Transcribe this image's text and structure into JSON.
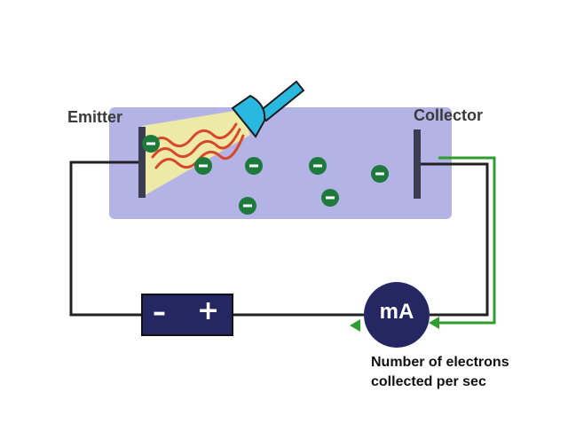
{
  "labels": {
    "emitter": "Emitter",
    "collector": "Collector",
    "meter": "mA",
    "battery_negative": "–",
    "battery_positive": "+",
    "caption_line1": "Number of electrons",
    "caption_line2": "collected per sec"
  },
  "colors": {
    "tube": "#b3b3e6",
    "wire": "#222222",
    "current_path": "#2e9e2e",
    "electron": "#1e7a3c",
    "light_beam": "#ede9a6",
    "light_wave": "#d9472b",
    "flashlight": "#29b9e0",
    "meter": "#252763",
    "battery": "#252763",
    "electrode": "#3c3c50"
  },
  "icons": {
    "light_source": "flashlight-icon",
    "electron": "electron-minus-icon",
    "current_direction": "arrow-left-icon"
  },
  "electron_count": 7
}
